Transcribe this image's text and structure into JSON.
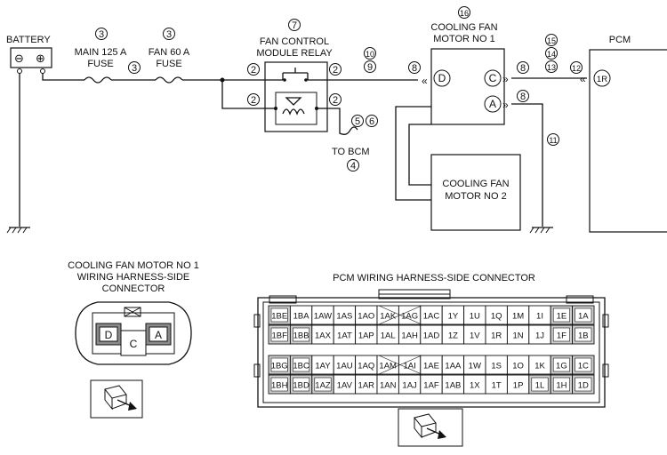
{
  "title_labels": {
    "battery": "BATTERY",
    "main_fuse": [
      "MAIN 125 A",
      "FUSE"
    ],
    "fan_fuse": [
      "FAN 60 A",
      "FUSE"
    ],
    "relay": [
      "FAN CONTROL",
      "MODULE RELAY"
    ],
    "motor1": [
      "COOLING FAN",
      "MOTOR NO 1"
    ],
    "motor2": [
      "COOLING FAN",
      "MOTOR NO 2"
    ],
    "pcm": "PCM",
    "to_bcm": "TO BCM",
    "battery_minus": "⊖",
    "battery_plus": "⊕"
  },
  "ref_numbers": {
    "main_fuse": "3",
    "fan_fuse": "3",
    "between_fuses": "3",
    "relay": "7",
    "relay_in_top": "2",
    "relay_out_top": "2",
    "relay_in_bot": "2",
    "relay_out_bot": "2",
    "wire_10": "10",
    "wire_9": "9",
    "bcm_5": "5",
    "bcm_6": "6",
    "bcm_4": "4",
    "motor1": "16",
    "d_conn": "8",
    "c_conn": "8",
    "a_conn": "8",
    "pcm_15": "15",
    "pcm_14": "14",
    "pcm_13": "13",
    "pcm_conn": "12",
    "ground_11": "11"
  },
  "terminals": {
    "d": "D",
    "c": "C",
    "a": "A",
    "pcm_1r": "1R"
  },
  "motor_connector": {
    "title": [
      "COOLING FAN MOTOR NO 1",
      "WIRING HARNESS-SIDE",
      "CONNECTOR"
    ],
    "pins": [
      "D",
      "A",
      "C"
    ]
  },
  "pcm_connector": {
    "title": "PCM WIRING HARNESS-SIDE CONNECTOR",
    "rows": [
      [
        "1BE",
        "1BA",
        "1AW",
        "1AS",
        "1AO",
        "1AK",
        "1AG",
        "1AC",
        "1Y",
        "1U",
        "1Q",
        "1M",
        "1I",
        "1E",
        "1A"
      ],
      [
        "1BF",
        "1BB",
        "1AX",
        "1AT",
        "1AP",
        "1AL",
        "1AH",
        "1AD",
        "1Z",
        "1V",
        "1R",
        "1N",
        "1J",
        "1F",
        "1B"
      ],
      [
        "1BG",
        "1BC",
        "1AY",
        "1AU",
        "1AQ",
        "1AM",
        "1AI",
        "1AE",
        "1AA",
        "1W",
        "1S",
        "1O",
        "1K",
        "1G",
        "1C"
      ],
      [
        "1BH",
        "1BD",
        "1AZ",
        "1AV",
        "1AR",
        "1AN",
        "1AJ",
        "1AF",
        "1AB",
        "1X",
        "1T",
        "1P",
        "1L",
        "1H",
        "1D"
      ]
    ]
  }
}
